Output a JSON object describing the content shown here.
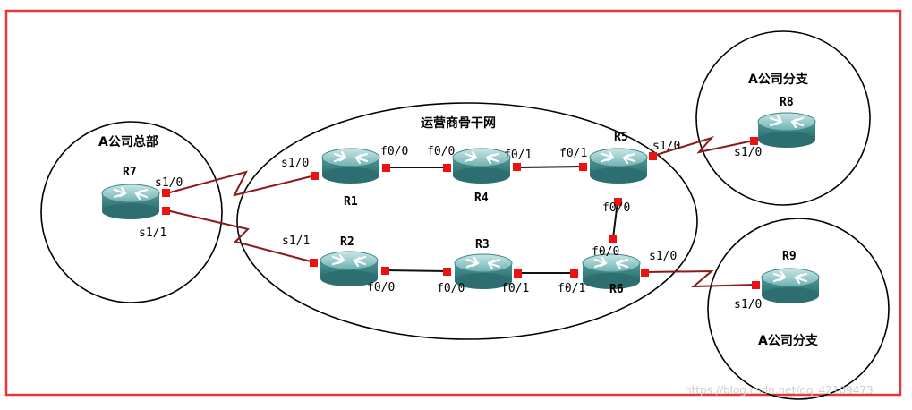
{
  "regions": {
    "hq": "A公司总部",
    "backbone": "运营商骨干网",
    "branch_top": "A公司分支",
    "branch_bottom": "A公司分支"
  },
  "routers": {
    "r7": "R7",
    "r1": "R1",
    "r4": "R4",
    "r5": "R5",
    "r2": "R2",
    "r3": "R3",
    "r6": "R6",
    "r8": "R8",
    "r9": "R9"
  },
  "ports": {
    "r7_s10": "s1/0",
    "r7_s11": "s1/1",
    "r1_s10": "s1/0",
    "r1_f00": "f0/0",
    "r4_f00": "f0/0",
    "r4_f01": "f0/1",
    "r5_f01": "f0/1",
    "r5_s10": "s1/0",
    "r5_f00": "f0/0",
    "r8_s10": "s1/0",
    "r2_s11": "s1/1",
    "r2_f00": "f0/0",
    "r3_f00": "f0/0",
    "r3_f01": "f0/1",
    "r6_f00": "f0/0",
    "r6_f01": "f0/1",
    "r6_s10": "s1/0",
    "r9_s10": "s1/0"
  },
  "watermark": "https://blog.csdn.net/qq_42109473",
  "colors": {
    "frame": "#e0393b",
    "serial_link": "#8b1a1a",
    "ethernet_link": "#111111",
    "port": "#ee1111",
    "router_body": "#3f8b8c"
  }
}
